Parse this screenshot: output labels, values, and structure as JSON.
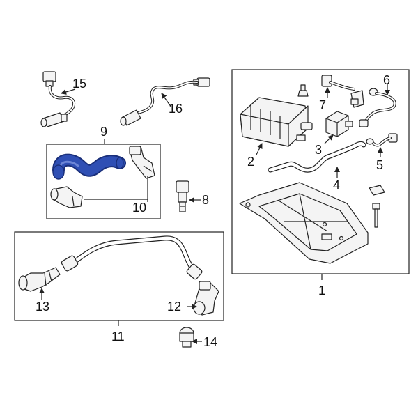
{
  "callouts": {
    "c1": "1",
    "c2": "2",
    "c3": "3",
    "c4": "4",
    "c5": "5",
    "c6": "6",
    "c7": "7",
    "c8": "8",
    "c9": "9",
    "c10": "10",
    "c11": "11",
    "c12": "12",
    "c13": "13",
    "c14": "14",
    "c15": "15",
    "c16": "16"
  },
  "colors": {
    "highlight": "#2f4fb4",
    "highlight_dark": "#1a2f7a",
    "ink": "#222222"
  },
  "icons": {
    "arrow": "arrow-icon",
    "hose": "hose-icon",
    "sensor": "oxygen-sensor-icon",
    "canister": "charcoal-canister-icon",
    "valve": "purge-valve-icon",
    "bracket": "skid-plate-bracket-icon",
    "connector": "quick-connector-icon"
  }
}
